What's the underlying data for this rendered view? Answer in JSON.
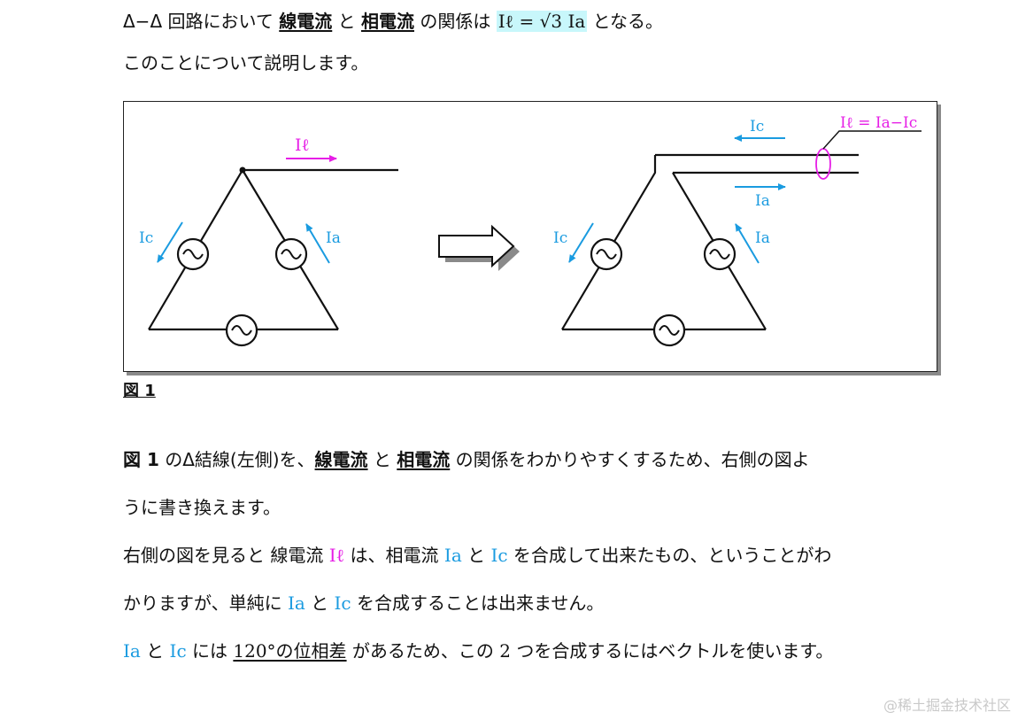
{
  "intro": {
    "line1": {
      "prefix": "Δ−Δ 回路において ",
      "term1": "線電流",
      "and": " と ",
      "term2": "相電流",
      "middle": " の関係は ",
      "formula": "Iℓ = √3 Ia",
      "suffix": " となる。"
    },
    "line2": "このことについて説明します。"
  },
  "figure": {
    "left": {
      "Il": "Iℓ",
      "Ia": "Ia",
      "Ic": "Ic"
    },
    "right": {
      "Ic_top": "Ic",
      "Ia_line": "Ia",
      "Ia": "Ia",
      "Ic": "Ic",
      "callout": "Iℓ = Ia−Ic"
    },
    "caption": "図 1"
  },
  "body": {
    "p1": {
      "fig": "図 1",
      "a": " のΔ結線(左側)を、",
      "term1": "線電流",
      "and": " と ",
      "term2": "相電流",
      "b": " の関係をわかりやすくするため、右側の図よ",
      "cont": "うに書き換えます。"
    },
    "p2": {
      "a": "右側の図を見ると 線電流 ",
      "Il": "Iℓ",
      "b": " は、相電流 ",
      "Ia": "Ia",
      "c": " と ",
      "Ic": "Ic",
      "d": " を合成して出来たもの、ということがわ"
    },
    "p3": {
      "a": "かりますが、単純に ",
      "Ia": "Ia",
      "b": " と ",
      "Ic": "Ic",
      "c": " を合成することは出来ません。"
    },
    "p4": {
      "Ia": "Ia",
      "a": " と ",
      "Ic": "Ic",
      "b": " には ",
      "term": "120°の位相差",
      "c": " があるため、この ",
      "two": "2",
      "d": " つを合成するにはベクトルを使います。"
    }
  },
  "watermark": "@稀土掘金技术社区",
  "colors": {
    "line_current": "#e61ee6",
    "phase_current": "#1a9be0",
    "highlight": "#c8f7fb"
  }
}
